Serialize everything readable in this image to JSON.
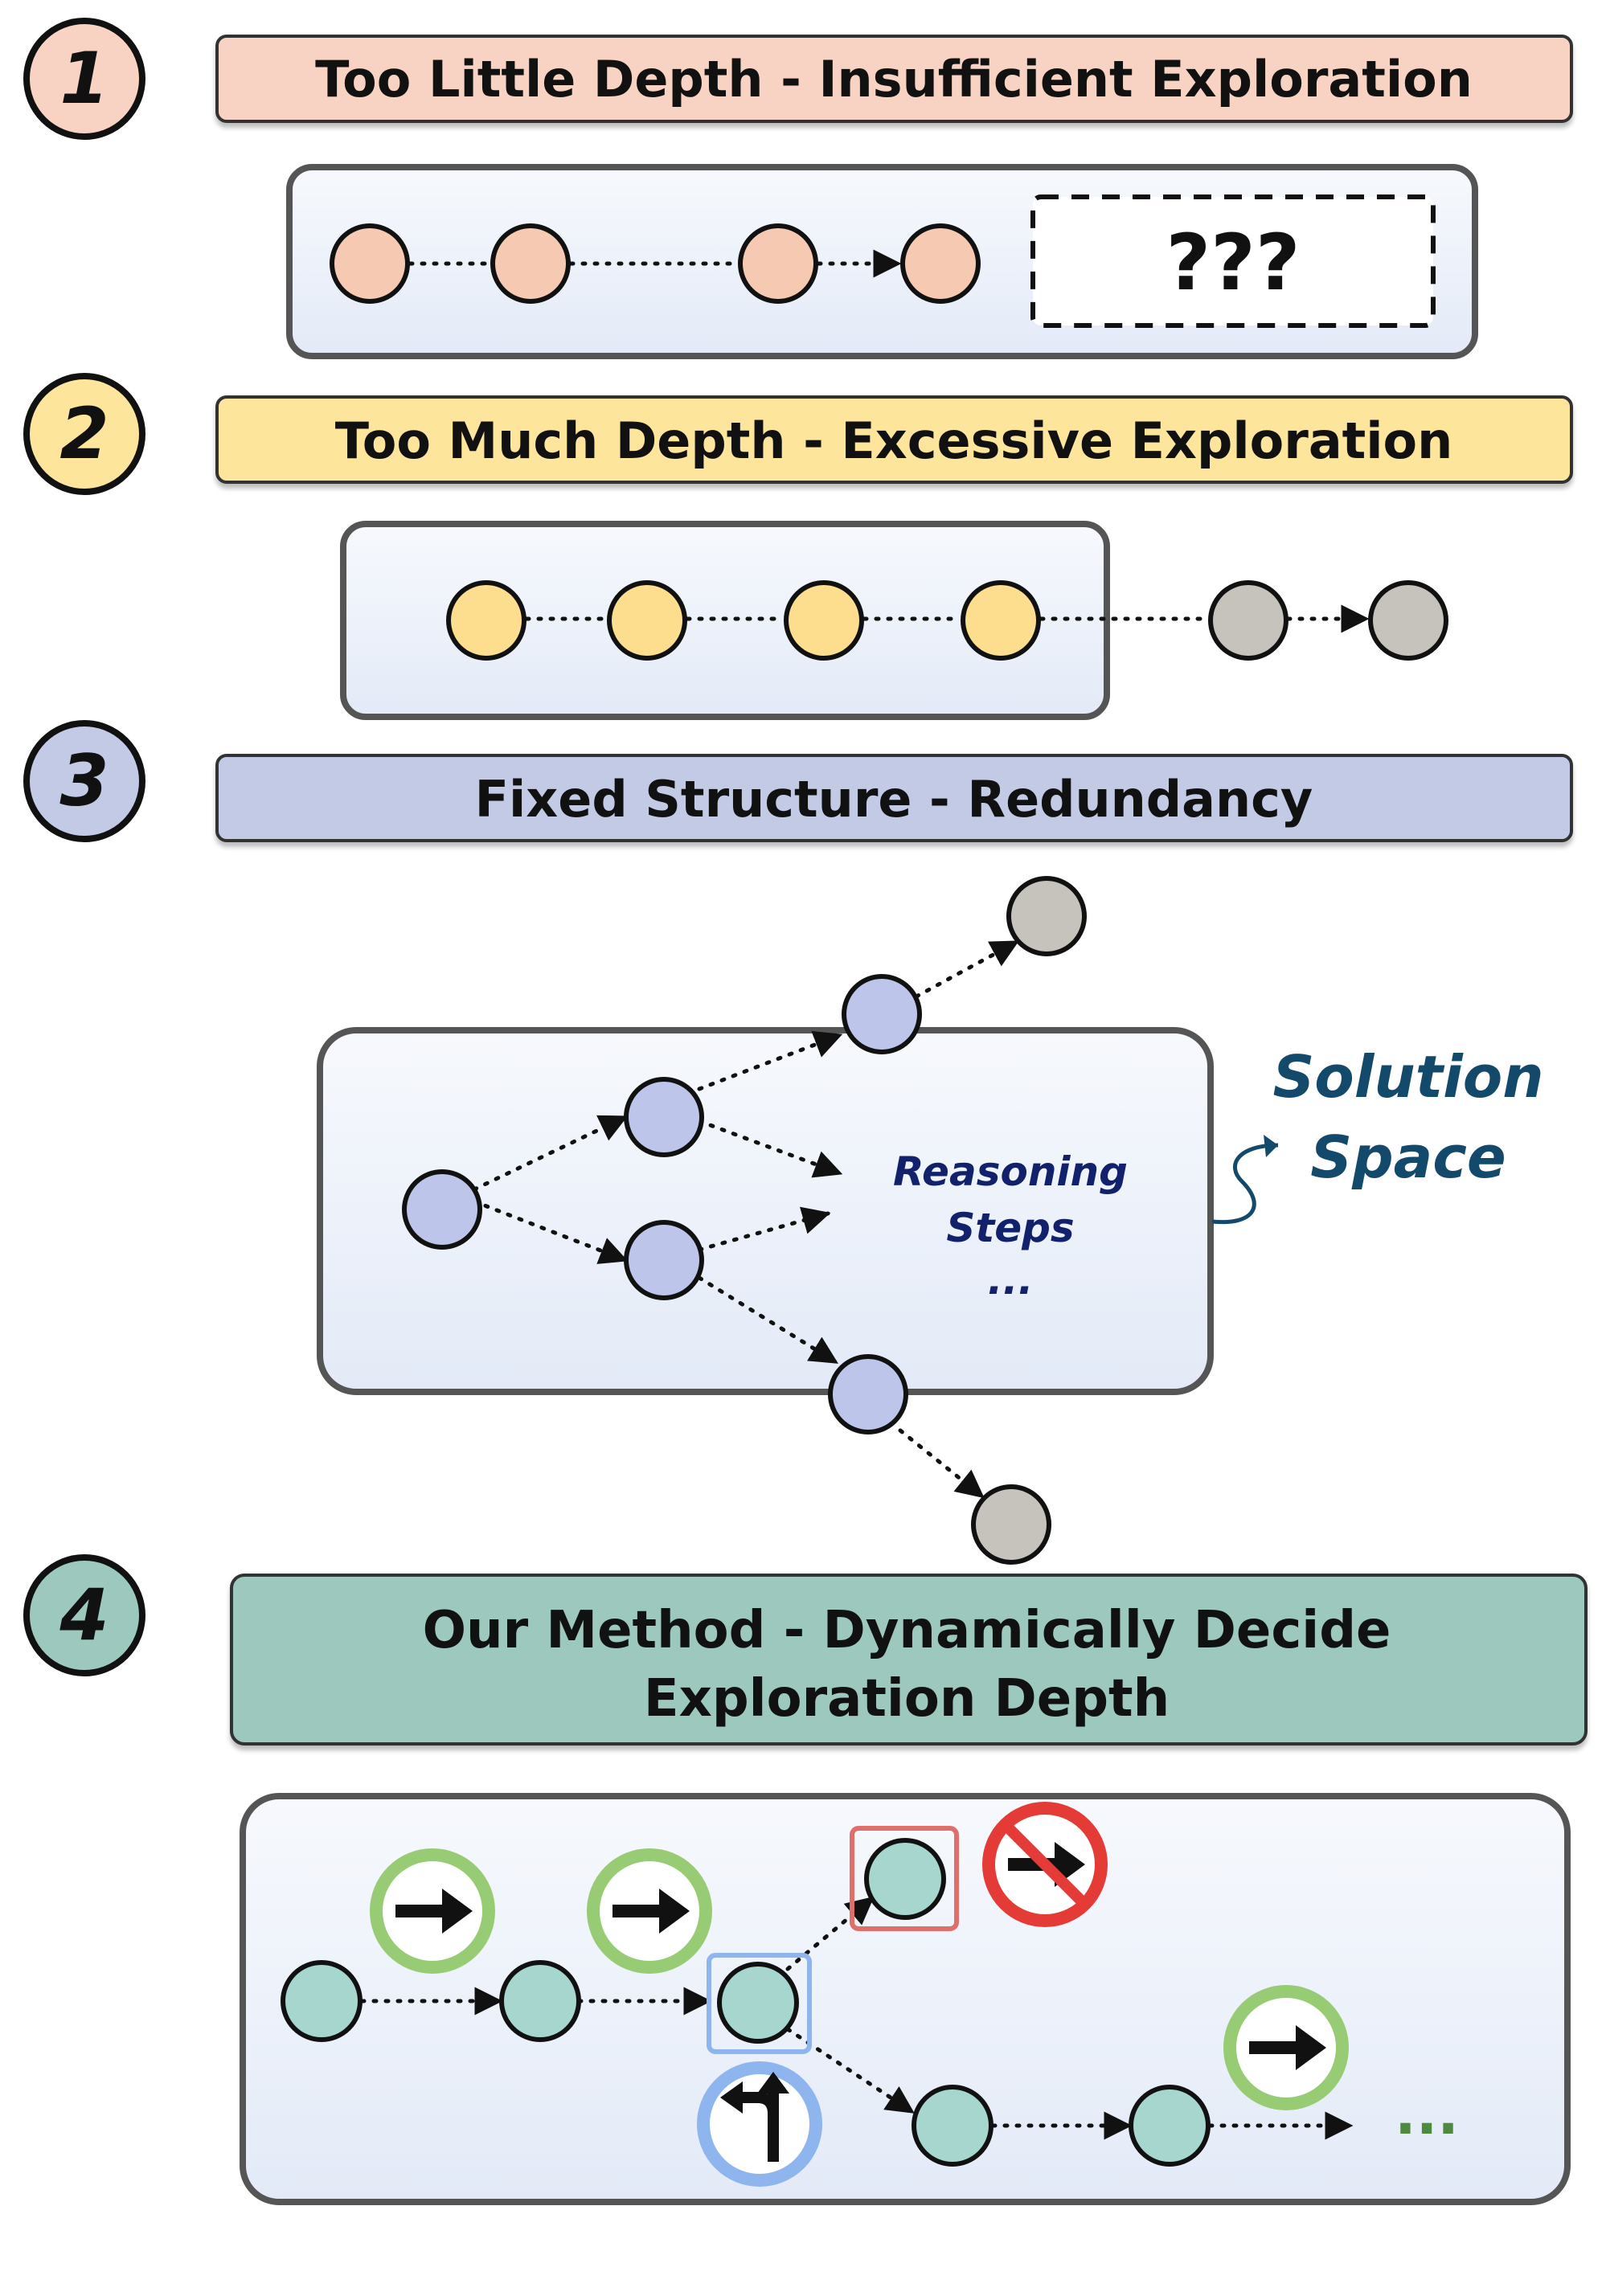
{
  "sections": [
    {
      "number": "1",
      "title": "Too Little Depth - Insufficient Exploration",
      "color": "#F8D3C3"
    },
    {
      "number": "2",
      "title": "Too Much Depth - Excessive Exploration",
      "color": "#FDE59B"
    },
    {
      "number": "3",
      "title": "Fixed Structure - Redundancy",
      "color": "#C3CAE6"
    },
    {
      "number": "4",
      "title_line1": "Our Method - Dynamically Decide",
      "title_line2": "Exploration Depth",
      "color": "#9DC8BE"
    }
  ],
  "panel1": {
    "unknown_text": "???"
  },
  "panel3": {
    "steps_label_line1": "Reasoning",
    "steps_label_line2": "Steps",
    "steps_ellipsis": "...",
    "solution_space_line1": "Solution",
    "solution_space_line2": "Space"
  },
  "panel4": {
    "trailing_ellipsis": "..."
  },
  "colors": {
    "node_salmon": "#F6C9B2",
    "node_yellow": "#FDDE8E",
    "node_gray": "#C6C2BC",
    "node_blue": "#BDC6EA",
    "node_teal": "#A6D6CE",
    "go_green": "#97CC75",
    "stop_red": "#E53B37",
    "branch_blue": "#8EB5EE",
    "panel_fill_top": "#F7F9FD",
    "panel_fill_bottom": "#E3EAF7",
    "outline": "#111111",
    "solution_text": "#134A6B",
    "steps_text": "#12216B",
    "ellipsis_green": "#4D8A3F"
  },
  "icons": [
    "arrow-right-sign",
    "no-go-sign",
    "branch-turn-sign"
  ]
}
